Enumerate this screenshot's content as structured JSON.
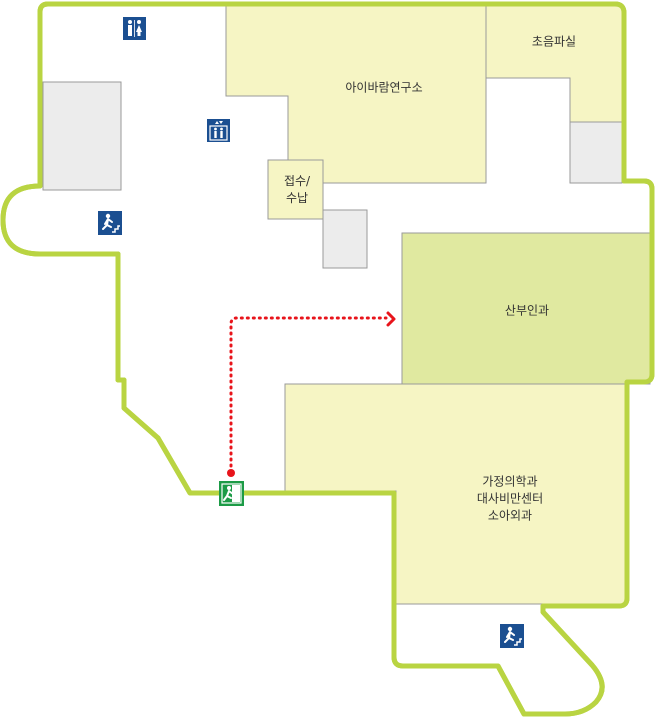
{
  "rooms": {
    "aibaram": "아이바람연구소",
    "ultrasound": "초음파실",
    "reception_line1": "접수/",
    "reception_line2": "수납",
    "obgyn": "산부인과",
    "clinic_line1": "가정의학과",
    "clinic_line2": "대사비만센터",
    "clinic_line3": "소아외과"
  },
  "icons": [
    "restroom-icon",
    "elevator-icon",
    "stairs-icon",
    "emergency-exit-icon"
  ],
  "colors": {
    "wall": "#b9d442",
    "room_fill": "#f6f5c4",
    "obgyn_fill": "#e0e9a0",
    "service_fill": "#ececec",
    "room_border": "#9a9a9a",
    "icon_blue": "#1b4f91",
    "exit_green": "#1c9b46",
    "route": "#e8141b"
  }
}
